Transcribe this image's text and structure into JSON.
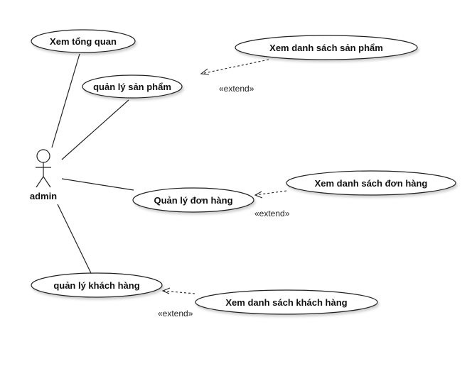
{
  "actor": {
    "name": "admin"
  },
  "use_cases": {
    "overview": "Xem tổng quan",
    "manage_products": "quản lý sản phẩm",
    "view_products": "Xem danh sách sản phẩm",
    "manage_orders": "Quản lý đơn hàng",
    "view_orders": "Xem danh sách đơn hàng",
    "manage_customers": "quản lý khách hàng",
    "view_customers": "Xem danh sách khách hàng"
  },
  "relations": {
    "extend_products": "«extend»",
    "extend_orders": "«extend»",
    "extend_customers": "«extend»"
  }
}
